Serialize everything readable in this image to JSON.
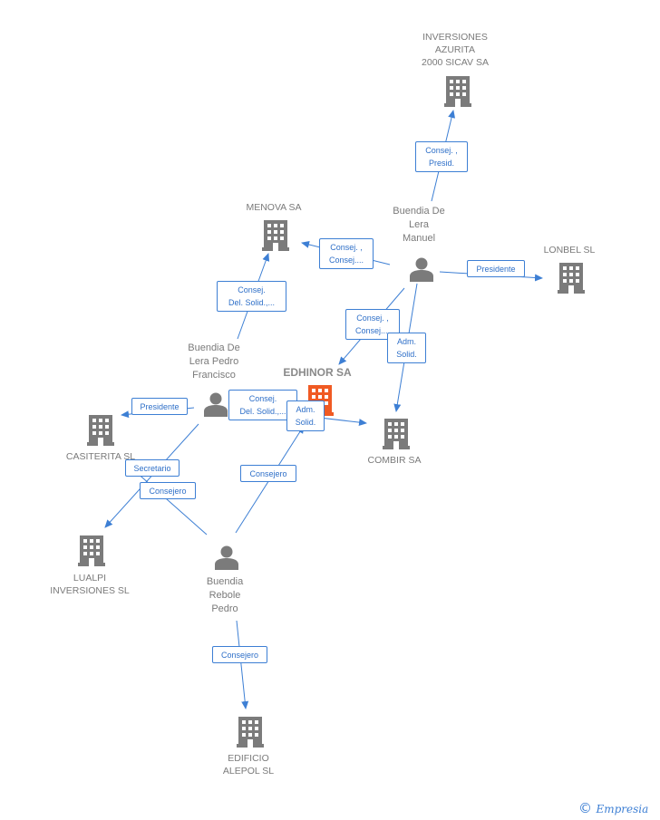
{
  "colors": {
    "edge": "#3d7fd4",
    "node": "#7b7b7b",
    "main_company": "#f05a23",
    "label_text": "#2e6fc8"
  },
  "nodes": {
    "inversiones_azurita": {
      "label": "INVERSIONES\nAZURITA\n2000 SICAV SA",
      "type": "company"
    },
    "menova": {
      "label": "MENOVA SA",
      "type": "company"
    },
    "buendia_manuel": {
      "label": "Buendia De\nLera\nManuel",
      "type": "person"
    },
    "lonbel": {
      "label": "LONBEL SL",
      "type": "company"
    },
    "buendia_pedro_francisco": {
      "label": "Buendia De\nLera Pedro\nFrancisco",
      "type": "person"
    },
    "edhinor": {
      "label": "EDHINOR SA",
      "type": "main-company"
    },
    "casiterita": {
      "label": "CASITERITA SL",
      "type": "company"
    },
    "combir": {
      "label": "COMBIR SA",
      "type": "company"
    },
    "lualpi": {
      "label": "LUALPI\nINVERSIONES SL",
      "type": "company"
    },
    "buendia_rebole": {
      "label": "Buendia\nRebole\nPedro",
      "type": "person"
    },
    "edificio_alepol": {
      "label": "EDIFICIO\nALEPOL SL",
      "type": "company"
    }
  },
  "edges": [
    {
      "id": "manuel-azurita",
      "label": "Consej. ,\nPresid."
    },
    {
      "id": "manuel-menova",
      "label": "Consej. ,\nConsej...."
    },
    {
      "id": "manuel-lonbel",
      "label": "Presidente"
    },
    {
      "id": "manuel-edhinor",
      "label": "Consej. ,\nConsej...."
    },
    {
      "id": "manuel-combir",
      "label": "Adm.\nSolid."
    },
    {
      "id": "francisco-menova",
      "label": "Consej.\nDel. Solid.,..."
    },
    {
      "id": "francisco-casiterita",
      "label": "Presidente"
    },
    {
      "id": "francisco-combir",
      "label": "Consej.\nDel. Solid.,..."
    },
    {
      "id": "francisco-lualpi",
      "label": "Secretario"
    },
    {
      "id": "rebole-casiterita",
      "label": "Consejero"
    },
    {
      "id": "rebole-edhinor-adm",
      "label": "Adm.\nSolid."
    },
    {
      "id": "rebole-edhinor",
      "label": "Consejero"
    },
    {
      "id": "rebole-alepol",
      "label": "Consejero"
    }
  ],
  "credit": {
    "copyright": "©",
    "brand": "Empresia"
  }
}
